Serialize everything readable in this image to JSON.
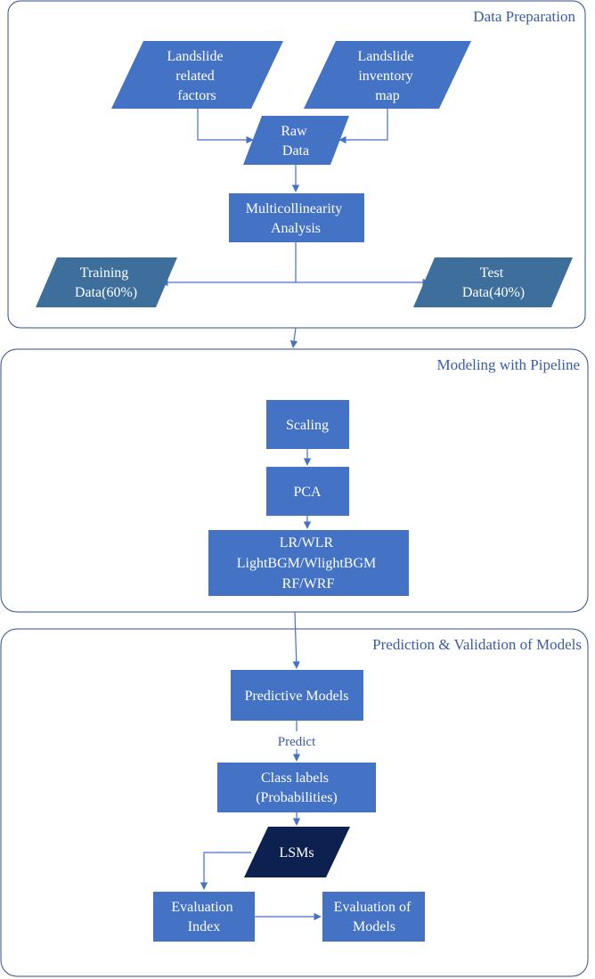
{
  "panels": {
    "data_preparation": "Data Preparation",
    "modeling": "Modeling with Pipeline",
    "prediction": "Prediction & Validation of Models"
  },
  "nodes": {
    "landslide_factors": [
      "Landslide",
      "related",
      "factors"
    ],
    "landslide_inventory": [
      "Landslide",
      "inventory",
      "map"
    ],
    "raw_data": [
      "Raw",
      "Data"
    ],
    "multicollinearity": [
      "Multicollinearity",
      "Analysis"
    ],
    "training_data": [
      "Training",
      "Data(60%)"
    ],
    "test_data": [
      "Test",
      "Data(40%)"
    ],
    "scaling": [
      "Scaling"
    ],
    "pca": [
      "PCA"
    ],
    "models": [
      "LR/WLR",
      "LightBGM/WlightBGM",
      "RF/WRF"
    ],
    "predictive_models": [
      "Predictive Models"
    ],
    "class_labels": [
      "Class labels",
      "(Probabilities)"
    ],
    "lsms": [
      "LSMs"
    ],
    "evaluation_index": [
      "Evaluation",
      "Index"
    ],
    "evaluation_models": [
      "Evaluation of",
      "Models"
    ]
  },
  "edges": {
    "predict_label": "Predict"
  },
  "colors": {
    "box": "#4472c4",
    "box_dark": "#3e6f9c",
    "box_navy": "#0d2150",
    "line": "#4472c4",
    "panel_border": "#2f4e8c",
    "title": "#3a5ba9"
  }
}
